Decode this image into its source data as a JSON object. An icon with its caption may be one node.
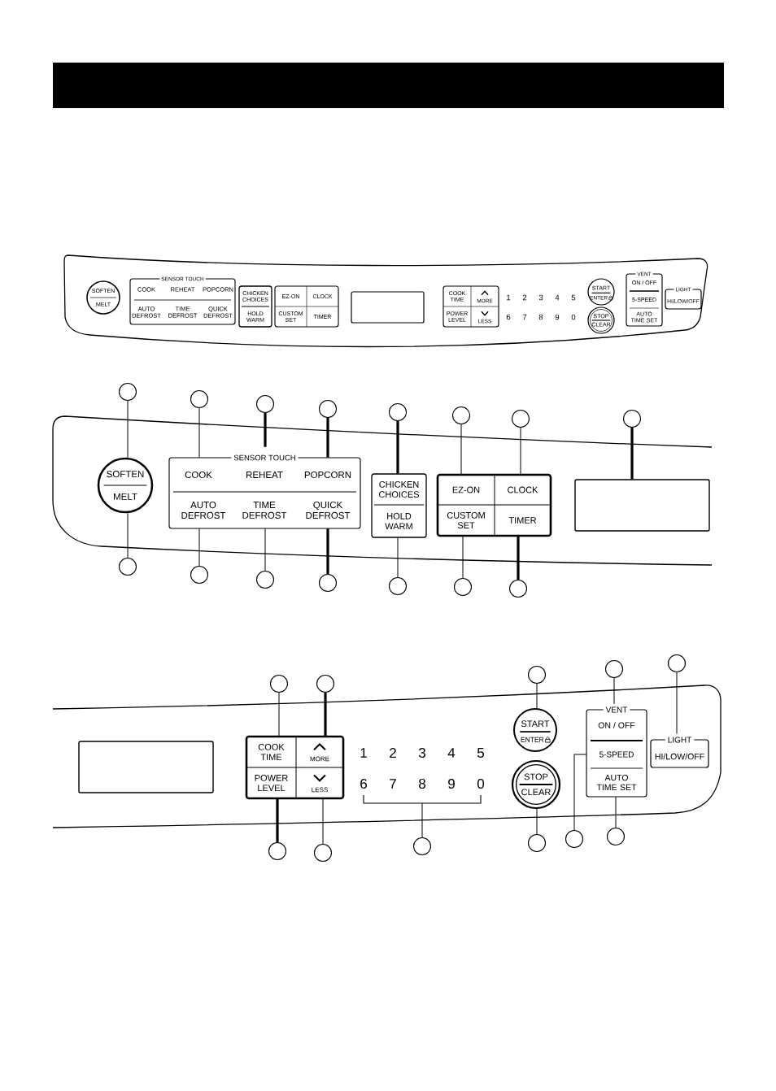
{
  "diagram": {
    "nodes": [
      {
        "text": [
          "SOFTEN",
          "MELT"
        ]
      },
      {
        "text": [
          "SENSOR TOUCH"
        ]
      },
      {
        "text": [
          "COOK"
        ],
        "in": 1
      },
      {
        "text": [
          "REHEAT"
        ],
        "in": 1
      },
      {
        "text": [
          "POPCORN"
        ],
        "in": 1
      },
      {
        "text": [
          "AUTO DEFROST"
        ],
        "in": 1
      },
      {
        "text": [
          "TIME DEFROST"
        ],
        "in": 1
      },
      {
        "text": [
          "QUICK DEFROST"
        ],
        "in": 1
      },
      {
        "text": [
          "CHICKEN CHOICES",
          "HOLD WARM"
        ]
      },
      {
        "text": [
          "EZ-ON"
        ]
      },
      {
        "text": [
          "CLOCK"
        ]
      },
      {
        "text": [
          "CUSTOM SET"
        ]
      },
      {
        "text": [
          "TIMER"
        ]
      },
      {
        "text": [],
        "shape": "box"
      },
      {
        "text": [
          "COOK TIME"
        ]
      },
      {
        "text": [
          "MORE"
        ]
      },
      {
        "text": [
          "POWER LEVEL"
        ]
      },
      {
        "text": [
          "LESS"
        ]
      },
      {
        "text": [
          "START",
          "ENTER"
        ]
      },
      {
        "text": [
          "STOP",
          "CLEAR"
        ]
      },
      {
        "text": [
          "VENT"
        ]
      },
      {
        "text": [
          "ON / OFF"
        ],
        "in": 20
      },
      {
        "text": [
          "5-SPEED"
        ],
        "in": 20
      },
      {
        "text": [
          "AUTO TIME SET"
        ],
        "in": 20
      },
      {
        "text": [
          "LIGHT",
          "HI/LOW/OFF"
        ]
      },
      {
        "text": [],
        "shape": "circle"
      },
      {
        "text": [],
        "shape": "circle"
      },
      {
        "text": [],
        "shape": "circle"
      },
      {
        "text": [],
        "shape": "circle"
      },
      {
        "text": [],
        "shape": "circle"
      },
      {
        "text": [],
        "shape": "circle"
      },
      {
        "text": [],
        "shape": "circle"
      },
      {
        "text": [],
        "shape": "circle"
      },
      {
        "text": [
          "SOFTEN",
          "MELT"
        ]
      },
      {
        "text": [
          "SENSOR TOUCH"
        ]
      },
      {
        "text": [
          "COOK"
        ],
        "in": 34
      },
      {
        "text": [
          "REHEAT"
        ],
        "in": 34
      },
      {
        "text": [
          "POPCORN"
        ],
        "in": 34
      },
      {
        "text": [
          "AUTO DEFROST"
        ],
        "in": 34
      },
      {
        "text": [
          "TIME DEFROST"
        ],
        "in": 34
      },
      {
        "text": [
          "QUICK DEFROST"
        ],
        "in": 34
      },
      {
        "text": [
          "CHICKEN CHOICES",
          "HOLD WARM"
        ]
      },
      {
        "text": [
          "EZ-ON"
        ]
      },
      {
        "text": [
          "CLOCK"
        ]
      },
      {
        "text": [
          "CUSTOM SET"
        ]
      },
      {
        "text": [
          "TIMER"
        ]
      },
      {
        "text": [],
        "shape": "box"
      },
      {
        "text": [],
        "shape": "circle"
      },
      {
        "text": [],
        "shape": "circle"
      },
      {
        "text": [],
        "shape": "circle"
      },
      {
        "text": [],
        "shape": "circle"
      },
      {
        "text": [],
        "shape": "circle"
      },
      {
        "text": [],
        "shape": "circle"
      },
      {
        "text": [],
        "shape": "circle"
      },
      {
        "text": [],
        "shape": "circle"
      },
      {
        "text": [],
        "shape": "circle"
      },
      {
        "text": [],
        "shape": "circle"
      },
      {
        "text": [],
        "shape": "circle"
      },
      {
        "text": [],
        "shape": "circle"
      },
      {
        "text": [],
        "shape": "box"
      },
      {
        "text": [
          "COOK TIME"
        ]
      },
      {
        "text": [
          "MORE"
        ]
      },
      {
        "text": [
          "POWER LEVEL"
        ]
      },
      {
        "text": [
          "LESS"
        ]
      },
      {
        "text": [
          "START",
          "ENTER"
        ]
      },
      {
        "text": [
          "VENT"
        ]
      },
      {
        "text": [
          "ON / OFF"
        ],
        "in": 65
      },
      {
        "text": [
          "5-SPEED"
        ],
        "in": 65
      },
      {
        "text": [
          "AUTO TIME SET"
        ],
        "in": 65
      },
      {
        "text": [
          "LIGHT",
          "HI/LOW/OFF"
        ]
      },
      {
        "text": [
          "STOP",
          "CLEAR"
        ]
      },
      {
        "text": [],
        "shape": "circle"
      },
      {
        "text": [],
        "shape": "circle"
      },
      {
        "text": [],
        "shape": "circle"
      },
      {
        "text": [],
        "shape": "circle"
      },
      {
        "text": [],
        "shape": "circle"
      },
      {
        "text": [],
        "shape": "circle"
      }
    ],
    "edges": [
      {
        "from": 25,
        "to": 33,
        "arrow": "none"
      },
      {
        "from": 26,
        "to": 35,
        "arrow": "none"
      },
      {
        "from": 27,
        "to": 36,
        "arrow": "none",
        "style": "thick"
      },
      {
        "from": 28,
        "to": 37,
        "arrow": "none",
        "style": "thick"
      },
      {
        "from": 29,
        "to": 41,
        "arrow": "none",
        "style": "thick"
      },
      {
        "from": 30,
        "to": 42,
        "arrow": "none"
      },
      {
        "from": 31,
        "to": 43,
        "arrow": "none"
      },
      {
        "from": 32,
        "to": 46,
        "arrow": "none",
        "style": "thick"
      },
      {
        "from": 47,
        "to": 33,
        "arrow": "none"
      },
      {
        "from": 48,
        "to": 38,
        "arrow": "none"
      },
      {
        "from": 49,
        "to": 39,
        "arrow": "none"
      },
      {
        "from": 50,
        "to": 40,
        "arrow": "none",
        "style": "thick"
      },
      {
        "from": 51,
        "to": 41,
        "arrow": "none"
      },
      {
        "from": 52,
        "to": 44,
        "arrow": "none"
      },
      {
        "from": 53,
        "to": 45,
        "arrow": "none",
        "style": "thick"
      },
      {
        "from": 54,
        "to": 60,
        "arrow": "none"
      },
      {
        "from": 55,
        "to": 61,
        "arrow": "none",
        "style": "thick"
      },
      {
        "from": 56,
        "to": 64,
        "arrow": "none"
      },
      {
        "from": 57,
        "to": 66,
        "arrow": "none"
      },
      {
        "from": 58,
        "to": 69,
        "arrow": "none"
      },
      {
        "from": 71,
        "to": 62,
        "arrow": "none",
        "style": "thick"
      },
      {
        "from": 72,
        "to": 63,
        "arrow": "none"
      },
      {
        "from": 73,
        "to": null,
        "arrow": "none"
      },
      {
        "from": 74,
        "to": 70,
        "arrow": "none"
      },
      {
        "from": 75,
        "to": 67,
        "arrow": "none"
      },
      {
        "from": 76,
        "to": 68,
        "arrow": "none"
      }
    ],
    "labels": [
      "1",
      "2",
      "3",
      "4",
      "5",
      "6",
      "7",
      "8",
      "9",
      "0",
      "1",
      "2",
      "3",
      "4",
      "5",
      "6",
      "7",
      "8",
      "9",
      "0"
    ]
  }
}
